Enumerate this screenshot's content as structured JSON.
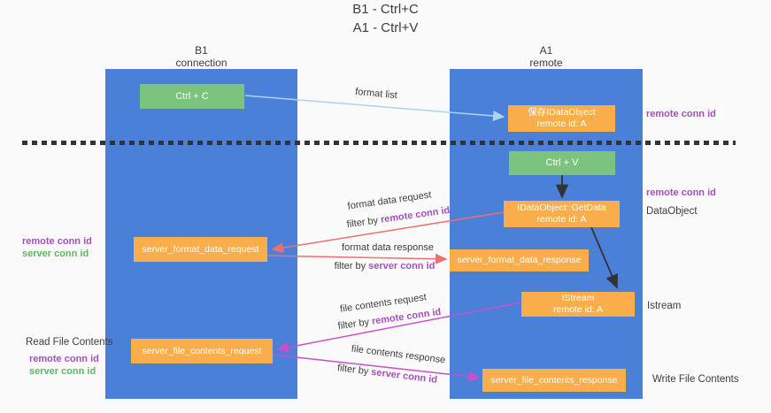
{
  "title": {
    "line1": "B1 - Ctrl+C",
    "line2": "A1 - Ctrl+V"
  },
  "lanes": {
    "left": {
      "name": "B1",
      "role": "connection"
    },
    "right": {
      "name": "A1",
      "role": "remote"
    }
  },
  "nodes": {
    "ctrl_c": {
      "label": "Ctrl + C"
    },
    "ctrl_v": {
      "label": "Ctrl + V"
    },
    "save_idataobject": {
      "line1": "保存IDataObject",
      "line2": "remote id: A"
    },
    "idataobject_getdata": {
      "line1": "IDataObject::GetData",
      "line2": "remote id: A"
    },
    "istream": {
      "line1": "IStream",
      "line2": "remote id: A"
    },
    "server_format_data_request": {
      "label": "server_format_data_request"
    },
    "server_format_data_response": {
      "label": "server_format_data_response"
    },
    "server_file_contents_request": {
      "label": "server_file_contents_request"
    },
    "server_file_contents_response": {
      "label": "server_file_contents_response"
    }
  },
  "arrow_labels": {
    "format_list": "format list",
    "format_data_request": "format data request",
    "format_data_request_filter": {
      "prefix": "filter by ",
      "key": "remote conn id"
    },
    "format_data_response": "format data response",
    "format_data_response_filter": {
      "prefix": "filter by ",
      "key": "server conn id"
    },
    "file_contents_request": "file contents request",
    "file_contents_request_filter": {
      "prefix": "filter by ",
      "key": "remote conn id"
    },
    "file_contents_response": "file contents response",
    "file_contents_response_filter": {
      "prefix": "filter by ",
      "key": "server conn id"
    }
  },
  "side_labels": {
    "right_top_conn_id": "remote conn id",
    "right_mid_conn_id": "remote conn id",
    "dataobject": "DataObject",
    "istream": "Istream",
    "write_file_contents": "Write File Contents",
    "read_file_contents": "Read File Contents",
    "left_format": {
      "remote": "remote conn id",
      "server": "server conn id"
    },
    "left_file": {
      "remote": "remote conn id",
      "server": "server conn id"
    }
  },
  "colors": {
    "lane_blue": "#4a80d8",
    "node_green": "#7cc47e",
    "node_orange": "#f9ae4b",
    "key_purple": "#a650c0",
    "key_green": "#5cb860",
    "arrow_red": "#ee6f6f",
    "arrow_magenta": "#c94fd0",
    "arrow_lightblue": "#a9d3ee",
    "arrow_black": "#333333",
    "dark_text": "#3d3d3d"
  }
}
